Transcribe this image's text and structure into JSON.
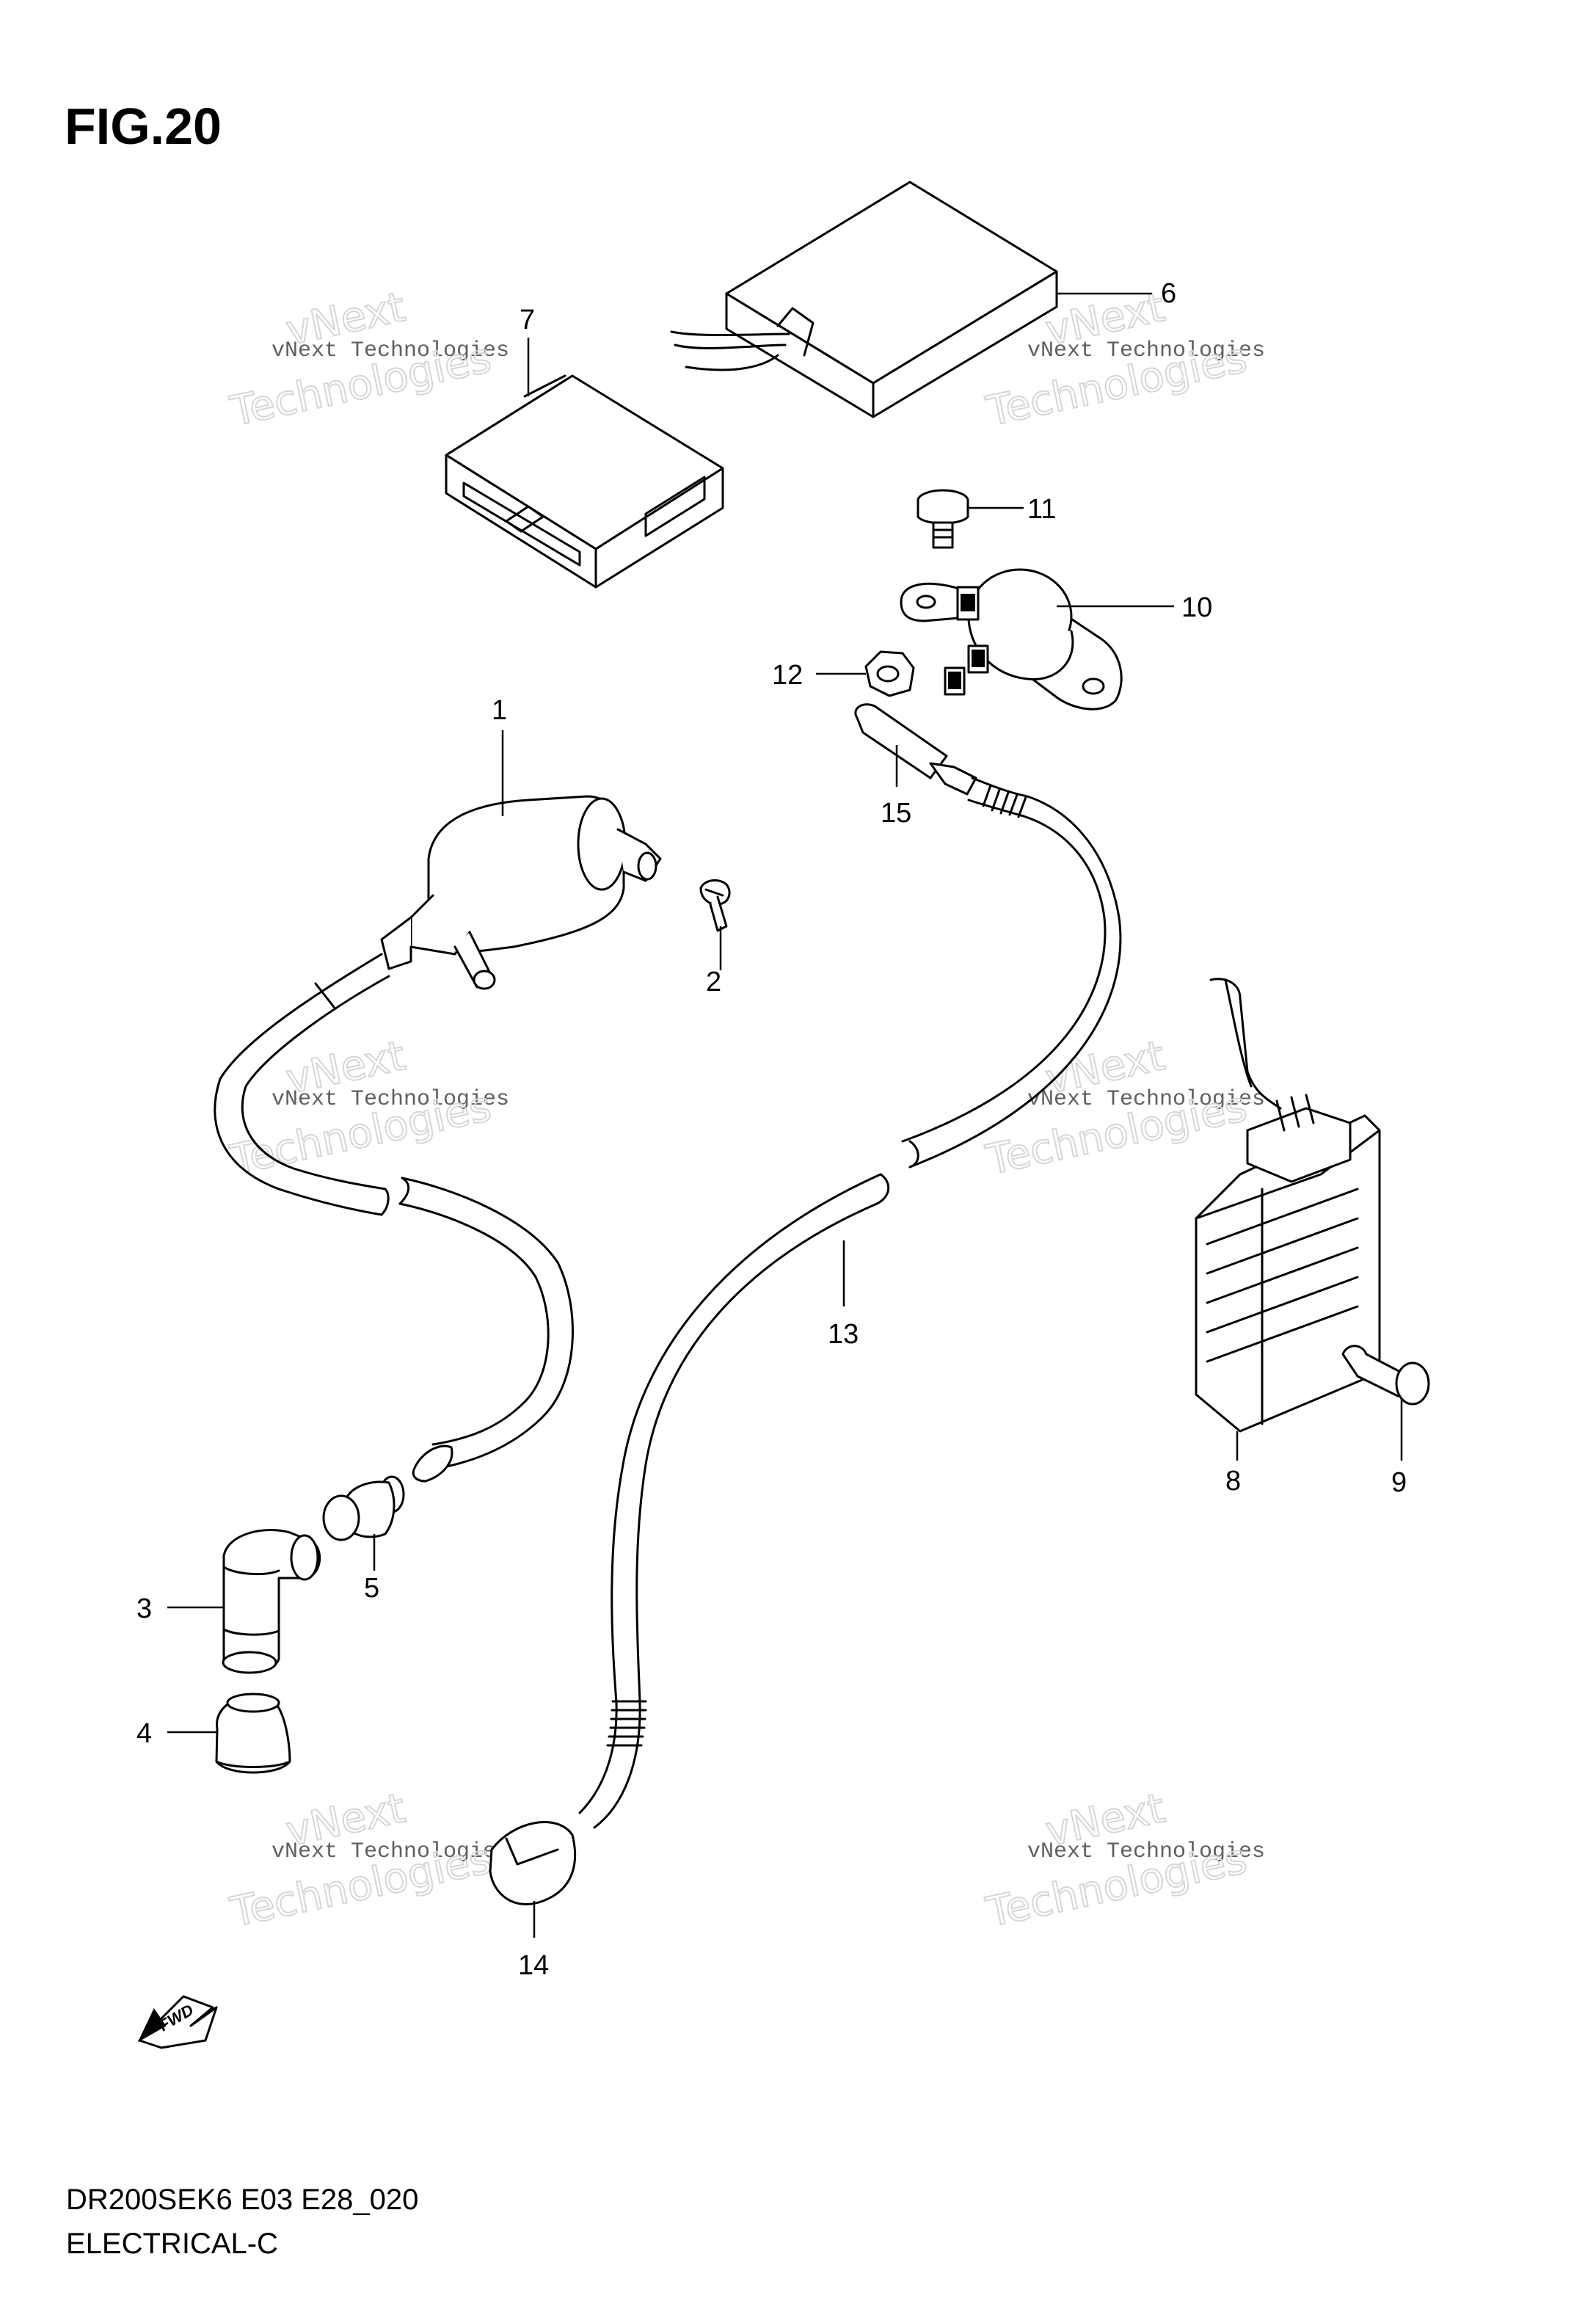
{
  "figure": {
    "title": "FIG.20",
    "model_code": "DR200SEK6 E03 E28_020",
    "section": "ELECTRICAL-C"
  },
  "callouts": [
    "1",
    "2",
    "3",
    "4",
    "5",
    "6",
    "7",
    "8",
    "9",
    "10",
    "11",
    "12",
    "13",
    "14",
    "15"
  ],
  "watermark": {
    "line1": "vNext",
    "line2": "vNext Technologies",
    "line3": "Technologies"
  },
  "fwd_label": "FWD"
}
